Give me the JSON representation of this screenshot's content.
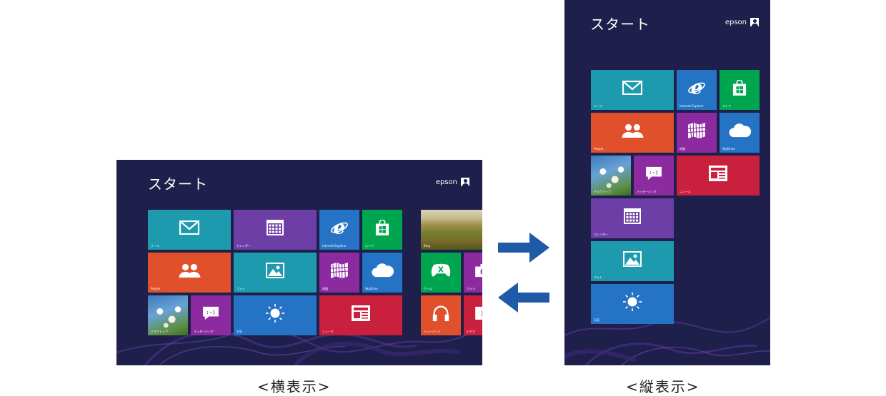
{
  "start_title": "スタート",
  "user_name": "epson",
  "captions": {
    "landscape": "<横表示>",
    "portrait": "<縦表示>"
  },
  "colors": {
    "background": "#1e1f4b",
    "teal": "#1d9aad",
    "purple": "#6d3fa6",
    "blue": "#2573c4",
    "green": "#00a54f",
    "orange": "#e0502a",
    "magenta": "#8c2aa0",
    "red": "#c8203d",
    "arrow": "#1f5aa8"
  },
  "tiles": {
    "mail": {
      "label": "メール",
      "icon": "mail-icon"
    },
    "calendar": {
      "label": "カレンダー",
      "icon": "calendar-icon"
    },
    "ie": {
      "label": "Internet Explorer",
      "icon": "internet-explorer-icon"
    },
    "store": {
      "label": "ストア",
      "icon": "store-icon"
    },
    "people": {
      "label": "People",
      "icon": "people-icon"
    },
    "photos": {
      "label": "フォト",
      "icon": "photo-icon"
    },
    "maps": {
      "label": "地図",
      "icon": "map-icon"
    },
    "skydrive": {
      "label": "SkyDrive",
      "icon": "cloud-icon"
    },
    "desktop": {
      "label": "デスクトップ",
      "icon": "desktop-photo"
    },
    "messaging": {
      "label": "メッセージング",
      "icon": "messaging-icon"
    },
    "weather": {
      "label": "天気",
      "icon": "sun-icon"
    },
    "news": {
      "label": "ニュース",
      "icon": "news-icon"
    },
    "bing": {
      "label": "Bing",
      "icon": "landscape-photo"
    },
    "games": {
      "label": "ゲーム",
      "icon": "gamepad-icon"
    },
    "camera": {
      "label": "カメラ",
      "icon": "camera-icon"
    },
    "music": {
      "label": "ミュージック",
      "icon": "headphones-icon"
    },
    "video": {
      "label": "ビデオ",
      "icon": "video-icon"
    }
  }
}
